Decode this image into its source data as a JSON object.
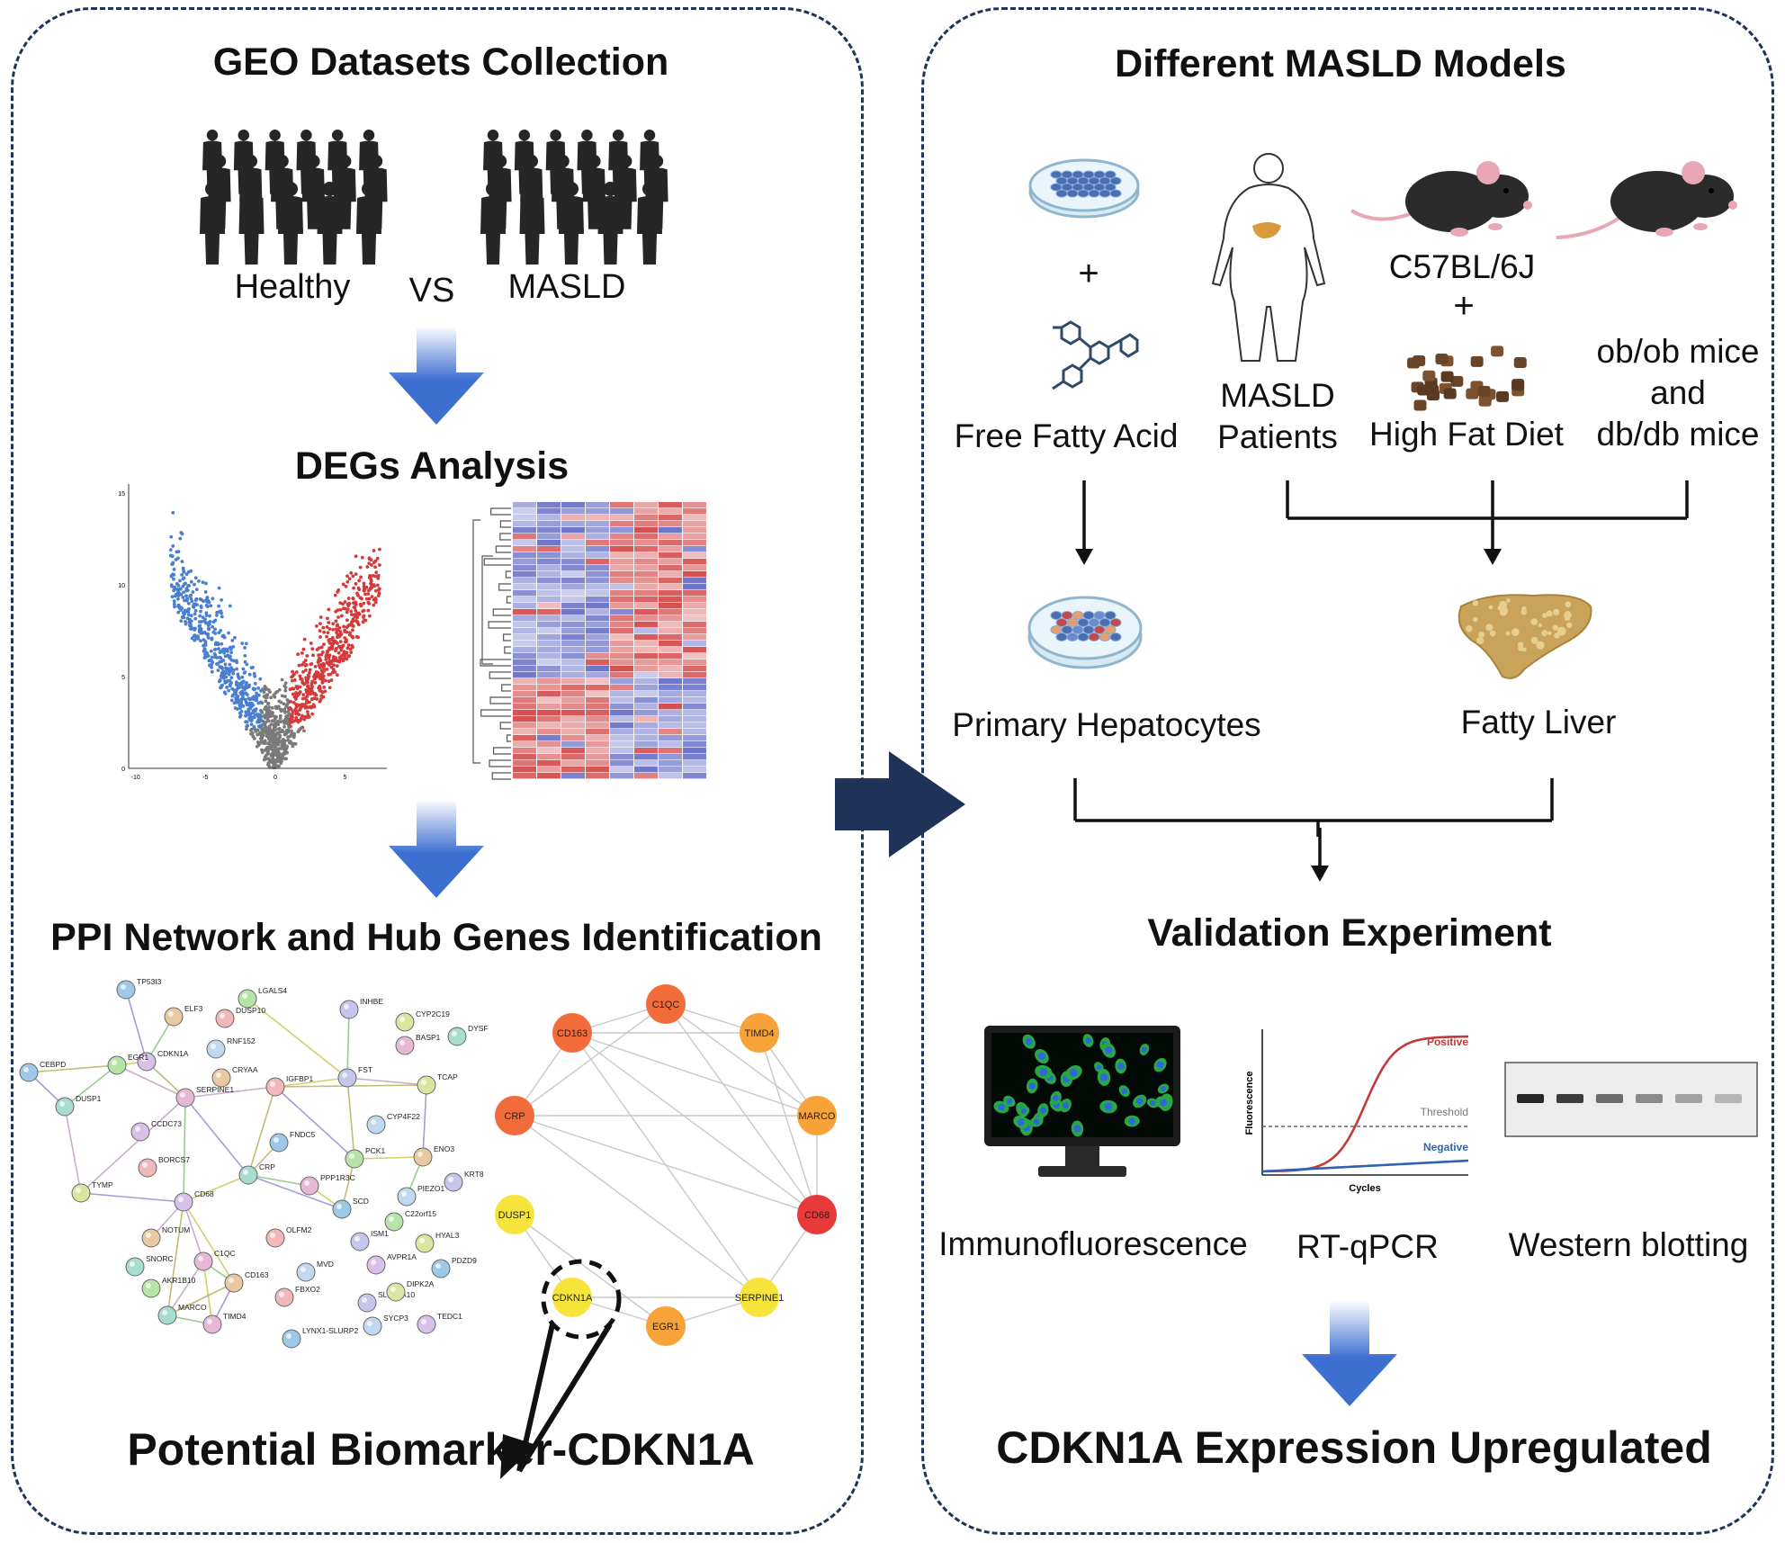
{
  "left_panel": {
    "geo_title": "GEO Datasets Collection",
    "group_healthy": "Healthy",
    "vs_text": "VS",
    "group_masld": "MASLD",
    "degs_title": "DEGs Analysis",
    "volcano": {
      "x_ticks": [
        "-10",
        "-5",
        "0",
        "5"
      ],
      "y_ticks": [
        "0",
        "5",
        "10",
        "15"
      ]
    },
    "ppi_title": "PPI Network and Hub Genes Identification",
    "ppi_genes": [
      "TP53I3",
      "LGALS4",
      "ELF3",
      "DUSP10",
      "INHBE",
      "CYP2C19",
      "DYSF",
      "BASP1",
      "RNF152",
      "CDKN1A",
      "CEBPD",
      "EGR1",
      "CRYAA",
      "IGFBP1",
      "FST",
      "TCAP",
      "DUSP1",
      "SERPINE1",
      "CYP4F22",
      "CCDC73",
      "FNDC5",
      "PCK1",
      "ENO3",
      "BORCS7",
      "KRT8",
      "TYMP",
      "CRP",
      "PPP1R3C",
      "PIEZO1",
      "CD68",
      "SCD",
      "C22orf15",
      "NOTUM",
      "OLFM2",
      "ISM1",
      "HYAL3",
      "SNORC",
      "C1QC",
      "MVD",
      "AVPR1A",
      "PDZD9",
      "AKR1B10",
      "CD163",
      "FBXO2",
      "SLC22A10",
      "DIPK2A",
      "MARCO",
      "TIMD4",
      "SYCP3",
      "TEDC1",
      "LYNX1-SLURP2"
    ],
    "hub_genes": [
      "C1QC",
      "CD163",
      "TIMD4",
      "CRP",
      "MARCO",
      "CD68",
      "DUSP1",
      "SERPINE1",
      "CDKN1A",
      "EGR1"
    ],
    "hub_colors": {
      "C1QC": "#f26b3a",
      "CD163": "#f26b3a",
      "TIMD4": "#f8a23a",
      "CRP": "#f26b3a",
      "MARCO": "#f8a23a",
      "CD68": "#e83a3a",
      "DUSP1": "#f6e43a",
      "SERPINE1": "#f6e43a",
      "CDKN1A": "#f6e43a",
      "EGR1": "#f8a23a"
    },
    "biomarker_title": "Potential Biomarker-CDKN1A"
  },
  "right_panel": {
    "models_title": "Different MASLD Models",
    "plus_1": "+",
    "ffa_label": "Free Fatty Acid",
    "masld_patients": [
      "MASLD",
      "Patients"
    ],
    "c57_label": "C57BL/6J",
    "plus_2": "+",
    "hfd_label": "High Fat Diet",
    "obdb_label": [
      "ob/ob mice",
      "and",
      "db/db mice"
    ],
    "primary_hep": "Primary Hepatocytes",
    "fatty_liver": "Fatty Liver",
    "validation_title": "Validation Experiment",
    "qpcr_chart": {
      "positive": "Positive",
      "threshold": "Threshold",
      "negative": "Negative",
      "ylabel": "Fluorescence",
      "xlabel": "Cycles"
    },
    "immuno_label": "Immunofluorescence",
    "rtqpcr_label": "RT-qPCR",
    "wb_label": "Western blotting",
    "result_title": "CDKN1A Expression Upregulated"
  },
  "colors": {
    "panel_border": "#1f3358",
    "arrow_blue": "#3d6fd0",
    "center_arrow": "#1f3358",
    "volcano_up": "#d43a3a",
    "volcano_down": "#4a7fd0",
    "volcano_ns": "#7a7a7a"
  }
}
